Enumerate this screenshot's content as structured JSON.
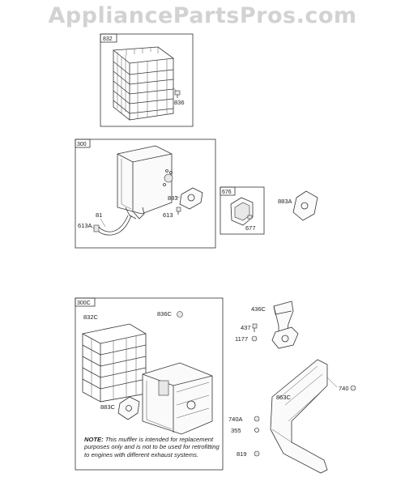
{
  "watermark": "AppliancePartsPros.com",
  "boxes": {
    "guard_box": "832",
    "muffler_box": "300",
    "deflector_box": "676",
    "kit_box": "300C"
  },
  "parts": {
    "p836": "836",
    "p883": "883",
    "p613": "613",
    "p81": "81",
    "p613A": "613A",
    "p677": "677",
    "p883A": "883A",
    "p832C": "832C",
    "p836C": "836C",
    "p883C": "883C",
    "p436C": "436C",
    "p437": "437",
    "p1177": "1177",
    "p740": "740",
    "p863C": "863C",
    "p740A": "740A",
    "p355": "355",
    "p819": "819"
  },
  "note": {
    "prefix": "NOTE:",
    "text": "This muffler is intended for replacement purposes only and is not to be used for retrofitting to engines with different exhaust systems."
  }
}
